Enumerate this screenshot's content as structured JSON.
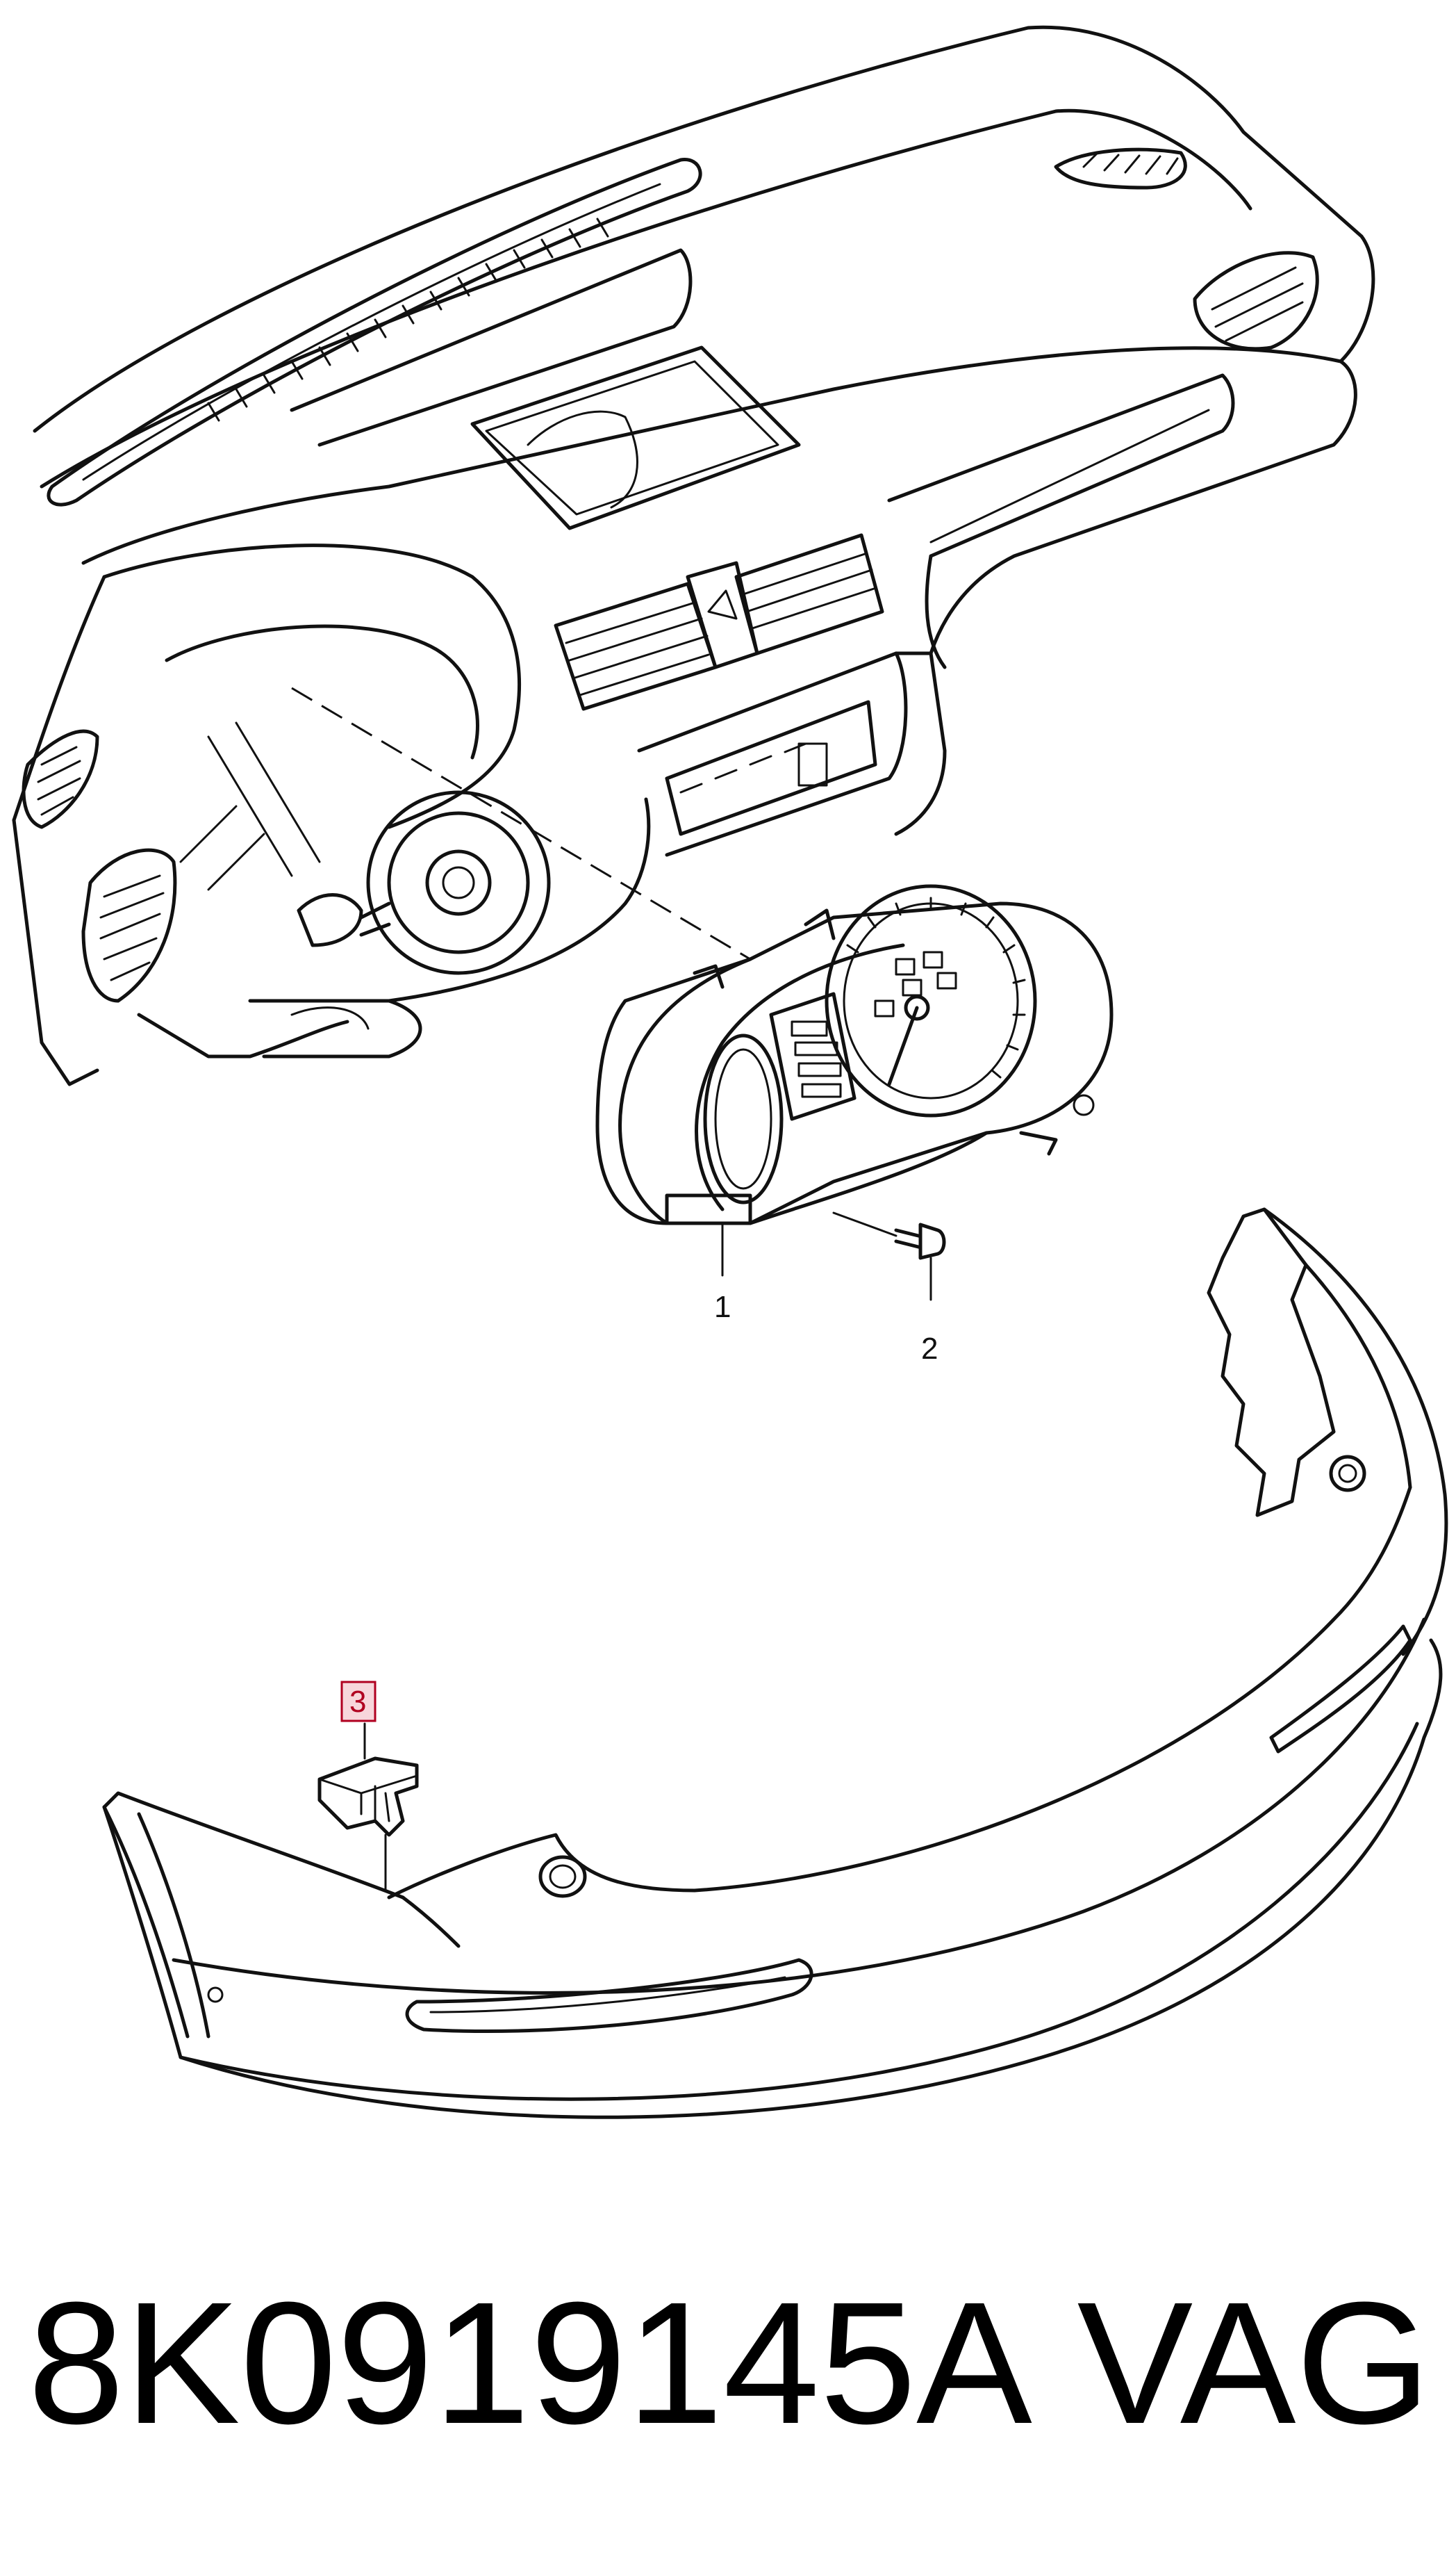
{
  "callouts": {
    "item1": "1",
    "item2": "2",
    "item3": "3"
  },
  "footer": {
    "part_number": "8K0919145A",
    "brand": "VAG"
  },
  "colors": {
    "line": "#111111",
    "highlight": "#b00020"
  }
}
